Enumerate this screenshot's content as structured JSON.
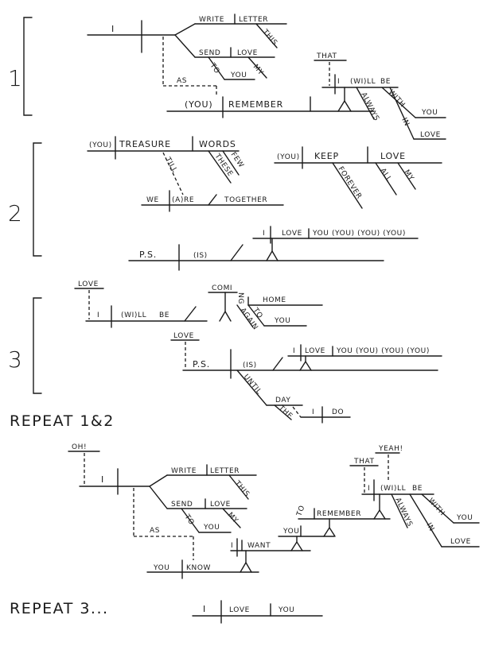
{
  "stanzas": [
    {
      "number": "1"
    },
    {
      "number": "2"
    },
    {
      "number": "3"
    }
  ],
  "s1": {
    "i": "I",
    "write": "WRITE",
    "letter": "LETTER",
    "this": "THIS",
    "send": "SEND",
    "love": "LOVE",
    "my": "MY",
    "to": "TO",
    "you": "YOU",
    "as": "AS",
    "that": "THAT",
    "i2": "I",
    "will": "(WI)LL",
    "be": "BE",
    "always": "ALWAYS",
    "with": "WITH",
    "you2": "YOU",
    "in": "IN",
    "love2": "LOVE",
    "youp": "(YOU)",
    "remember": "REMEMBER"
  },
  "s2": {
    "youp": "(YOU)",
    "treasure": "TREASURE",
    "words": "WORDS",
    "few": "FEW",
    "these": "THESE",
    "till": "TILL",
    "we": "WE",
    "are": "(A)RE",
    "together": "TOGETHER",
    "youp2": "(YOU)",
    "keep": "KEEP",
    "love": "LOVE",
    "forever": "FOREVER",
    "all": "ALL",
    "my": "MY",
    "ps": "P.S.",
    "is": "(IS)",
    "i": "I",
    "love2": "LOVE",
    "yous": "YOU (YOU) (YOU) (YOU)"
  },
  "s3": {
    "love": "LOVE",
    "i": "I",
    "will": "(WI)LL",
    "be": "BE",
    "coming": "COMI",
    "ng": "NG",
    "home": "HOME",
    "to": "TO",
    "you": "YOU",
    "again": "AGAIN",
    "love2": "LOVE",
    "ps": "P.S.",
    "is": "(IS)",
    "i2": "I",
    "love3": "LOVE",
    "yous": "YOU (YOU) (YOU) (YOU)",
    "until": "UNTIL",
    "day": "DAY",
    "the": "THE",
    "i3": "I",
    "do": "DO"
  },
  "repeat12": "REPEAT 1&2",
  "s4": {
    "oh": "OH!",
    "i": "I",
    "write": "WRITE",
    "letter": "LETTER",
    "this": "THIS",
    "send": "SEND",
    "love": "LOVE",
    "my": "MY",
    "to": "TO",
    "you": "YOU",
    "as": "AS",
    "yeah": "YEAH!",
    "that": "THAT",
    "i2": "I",
    "will": "(WI)LL",
    "be": "BE",
    "always": "ALWAYS",
    "with": "WITH",
    "you2": "YOU",
    "in": "IN",
    "love2": "LOVE",
    "to2": "TO",
    "remember": "REMEMBER",
    "you3": "YOU",
    "want": "WANT",
    "i3": "I",
    "you4": "YOU",
    "know": "KNOW"
  },
  "repeat3": "REPEAT 3...",
  "final": {
    "i": "I",
    "love": "LOVE",
    "you": "YOU"
  }
}
